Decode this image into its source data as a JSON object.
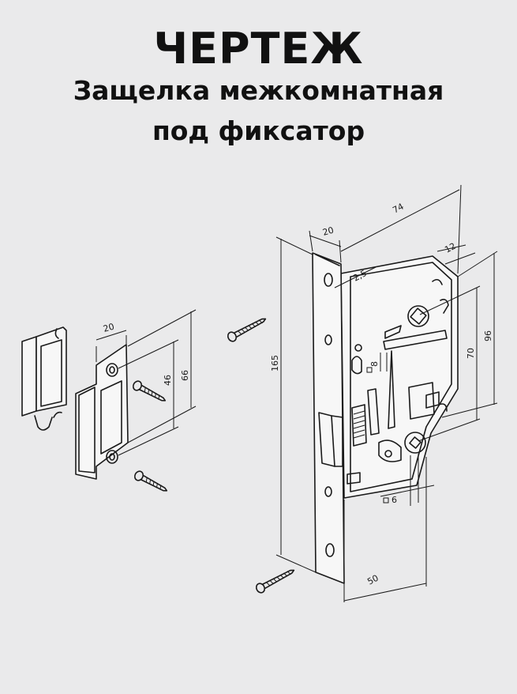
{
  "header": {
    "title": "ЧЕРТЕЖ",
    "subtitle_line1": "Защелка межкомнатная",
    "subtitle_line2": "под фиксатор"
  },
  "dimensions": {
    "d_20_top": "20",
    "d_74": "74",
    "d_12": "12",
    "d_2_5": "2,5",
    "d_165": "165",
    "d_96": "96",
    "d_70": "70",
    "d_8": "8",
    "d_6": "6",
    "d_50": "50",
    "d_20_strike": "20",
    "d_46": "46",
    "d_66": "66"
  }
}
